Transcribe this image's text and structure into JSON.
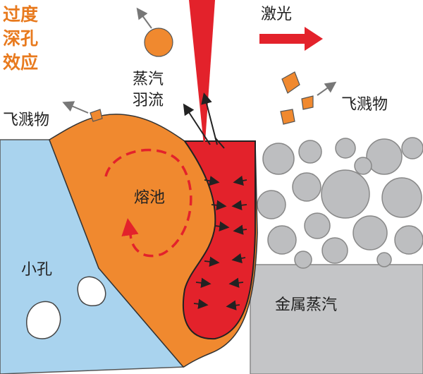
{
  "title_lines": [
    "过度",
    "深孔",
    "效应"
  ],
  "labels": {
    "laser": "激光",
    "vapor_plume_line1": "蒸汽",
    "vapor_plume_line2": "羽流",
    "spatter_left": "飞溅物",
    "spatter_right": "飞溅物",
    "melt_pool": "熔池",
    "pore": "小孔",
    "metal_vapor": "金属蒸汽"
  },
  "colors": {
    "title": "#e87a1e",
    "substrate": "#a9d3ee",
    "melt_pool": "#f0892f",
    "keyhole": "#e3222b",
    "laser": "#e3222b",
    "powder": "#bdbec0",
    "base_metal": "#c4c5c7"
  }
}
